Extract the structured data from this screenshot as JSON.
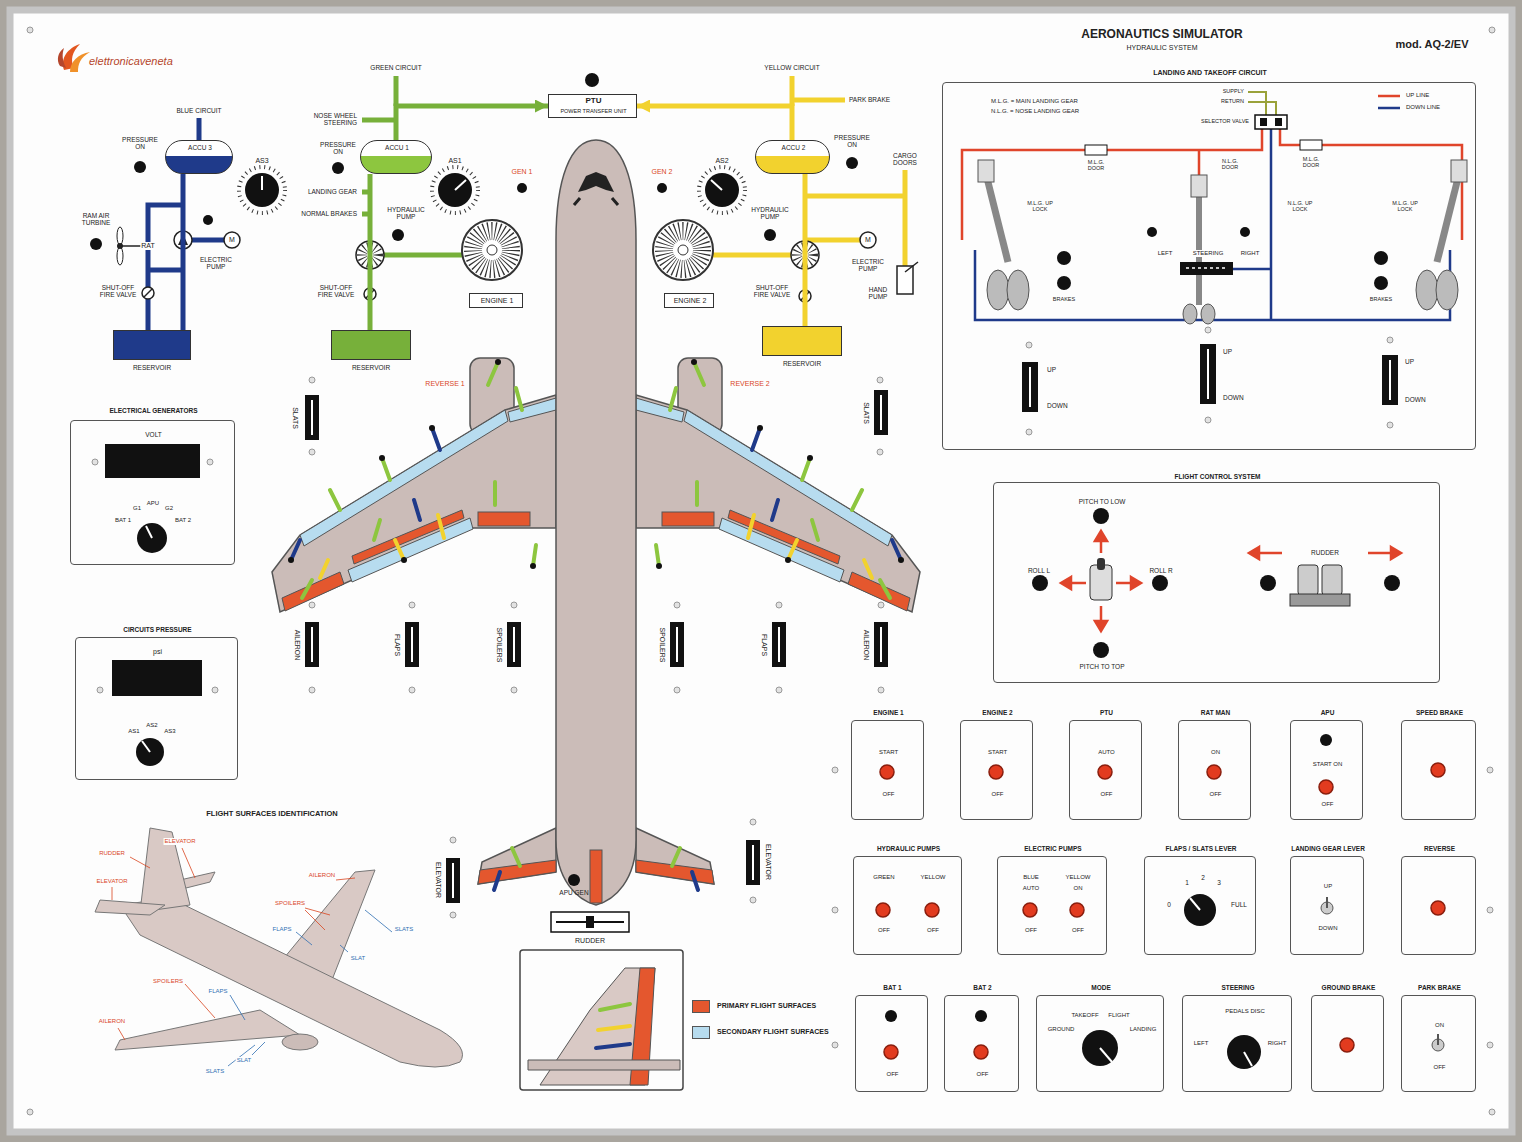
{
  "diagram": {
    "title": "AERONAUTICS SIMULATOR",
    "nodes": [
      {
        "text": [
          "ACCU 3"
        ]
      },
      {
        "text": [
          "RESERVOIR"
        ]
      },
      {
        "text": [
          "ACCU 1"
        ]
      },
      {
        "text": [
          "RESERVOIR"
        ]
      },
      {
        "text": [
          "PTU",
          "POWER TRANSFER UNIT"
        ]
      },
      {
        "text": [
          "ACCU 2"
        ]
      },
      {
        "text": [
          "RESERVOIR"
        ]
      },
      {
        "text": [
          "ENGINE 1"
        ]
      },
      {
        "text": [
          "ENGINE 2"
        ]
      },
      {
        "text": [
          "LANDING AND TAKEOFF CIRCUIT"
        ]
      },
      {
        "text": [
          "ELECTRICAL GENERATORS",
          "VOLT",
          "BAT 1",
          "G1",
          "APU",
          "G2",
          "BAT 2"
        ]
      },
      {
        "text": [
          "CIRCUITS PRESSURE",
          "psi",
          "AS1",
          "AS2",
          "AS3"
        ]
      },
      {
        "text": [
          "FLIGHT CONTROL SYSTEM",
          "PITCH TO LOW",
          "ROLL L",
          "ROLL R",
          "RUDDER",
          "PITCH TO TOP"
        ]
      },
      {
        "text": [
          "ENGINE 1",
          "START",
          "OFF"
        ]
      },
      {
        "text": [
          "ENGINE 2",
          "START",
          "OFF"
        ]
      },
      {
        "text": [
          "PTU",
          "AUTO",
          "OFF"
        ]
      },
      {
        "text": [
          "RAT MAN",
          "ON",
          "OFF"
        ]
      },
      {
        "text": [
          "APU",
          "START ON",
          "OFF"
        ]
      },
      {
        "text": [
          "SPEED BRAKE"
        ]
      },
      {
        "text": [
          "HYDRAULIC PUMPS",
          "GREEN",
          "YELLOW",
          "OFF",
          "OFF"
        ]
      },
      {
        "text": [
          "ELECTRIC PUMPS",
          "BLUE",
          "YELLOW",
          "AUTO",
          "ON",
          "OFF",
          "OFF"
        ]
      },
      {
        "text": [
          "FLAPS / SLATS LEVER",
          "0",
          "1",
          "2",
          "3",
          "FULL"
        ]
      },
      {
        "text": [
          "LANDING GEAR LEVER",
          "UP",
          "DOWN"
        ]
      },
      {
        "text": [
          "REVERSE"
        ]
      },
      {
        "text": [
          "BAT 1",
          "OFF"
        ]
      },
      {
        "text": [
          "BAT 2",
          "OFF"
        ]
      },
      {
        "text": [
          "MODE",
          "GROUND",
          "TAKEOFF",
          "FLIGHT",
          "LANDING"
        ]
      },
      {
        "text": [
          "STEERING",
          "PEDALS DISC",
          "LEFT",
          "RIGHT"
        ]
      },
      {
        "text": [
          "GROUND BRAKE"
        ]
      },
      {
        "text": [
          "PARK BRAKE",
          "ON",
          "OFF"
        ]
      }
    ],
    "edges": [
      {
        "from": 1,
        "to": 0,
        "arrow": "none"
      },
      {
        "from": 3,
        "to": 2,
        "arrow": "none"
      },
      {
        "from": 2,
        "to": 4,
        "arrow": "to"
      },
      {
        "from": 5,
        "to": 4,
        "arrow": "to"
      },
      {
        "from": 6,
        "to": 5,
        "arrow": "none"
      }
    ],
    "labels": [
      "elettronicaveneta",
      "HYDRAULIC SYSTEM",
      "mod. AQ-2/EV",
      "BLUE CIRCUIT",
      "PRESSURE ON",
      "AS3",
      "RAM AIR TURBINE",
      "RAT",
      "M",
      "ELECTRIC PUMP",
      "SHUT-OFF FIRE VALVE",
      "GREEN CIRCUIT",
      "NOSE WHEEL STEERING",
      "PRESSURE ON",
      "AS1",
      "LANDING GEAR",
      "NORMAL BRAKES",
      "HYDRAULIC PUMP",
      "SHUT-OFF FIRE VALVE",
      "GEN 1",
      "YELLOW CIRCUIT",
      "PARK BRAKE",
      "PRESSURE ON",
      "AS2",
      "CARGO DOORS",
      "GEN 2",
      "HYDRAULIC PUMP",
      "M",
      "ELECTRIC PUMP",
      "HAND PUMP",
      "SHUT-OFF FIRE VALVE",
      "M.L.G. = MAIN LANDING GEAR",
      "N.L.G. = NOSE LANDING GEAR",
      "SUPPLY",
      "RETURN",
      "SELECTOR VALVE",
      "M.L.G. DOOR",
      "M.L.G. UP LOCK",
      "BRAKES",
      "N.L.G. DOOR",
      "N.L.G. UP LOCK",
      "LEFT",
      "STEERING",
      "RIGHT",
      "M.L.G. DOOR",
      "M.L.G. UP LOCK",
      "BRAKES",
      "UP",
      "DOWN",
      "UP",
      "DOWN",
      "UP",
      "DOWN",
      "REVERSE 1",
      "REVERSE 2",
      "SLATS",
      "SLATS",
      "AILERON",
      "FLAPS",
      "SPOILERS",
      "SPOILERS",
      "FLAPS",
      "AILERON",
      "ELEVATOR",
      "ELEVATOR",
      "APU GEN",
      "RUDDER",
      "FLIGHT SURFACES IDENTIFICATION",
      "RUDDER",
      "ELEVATOR",
      "ELEVATOR",
      "AILERON",
      "SPOILERS",
      "FLAPS",
      "SLATS",
      "SLAT",
      "SPOILERS",
      "FLAPS",
      "AILERON",
      "SLAT",
      "SLATS"
    ],
    "legend": [
      {
        "text": "UP LINE"
      },
      {
        "text": "DOWN LINE"
      },
      {
        "text": "PRIMARY FLIGHT SURFACES",
        "color": "#e4572e"
      },
      {
        "text": "SECONDARY FLIGHT SURFACES",
        "color": "#b7dcef"
      }
    ]
  }
}
